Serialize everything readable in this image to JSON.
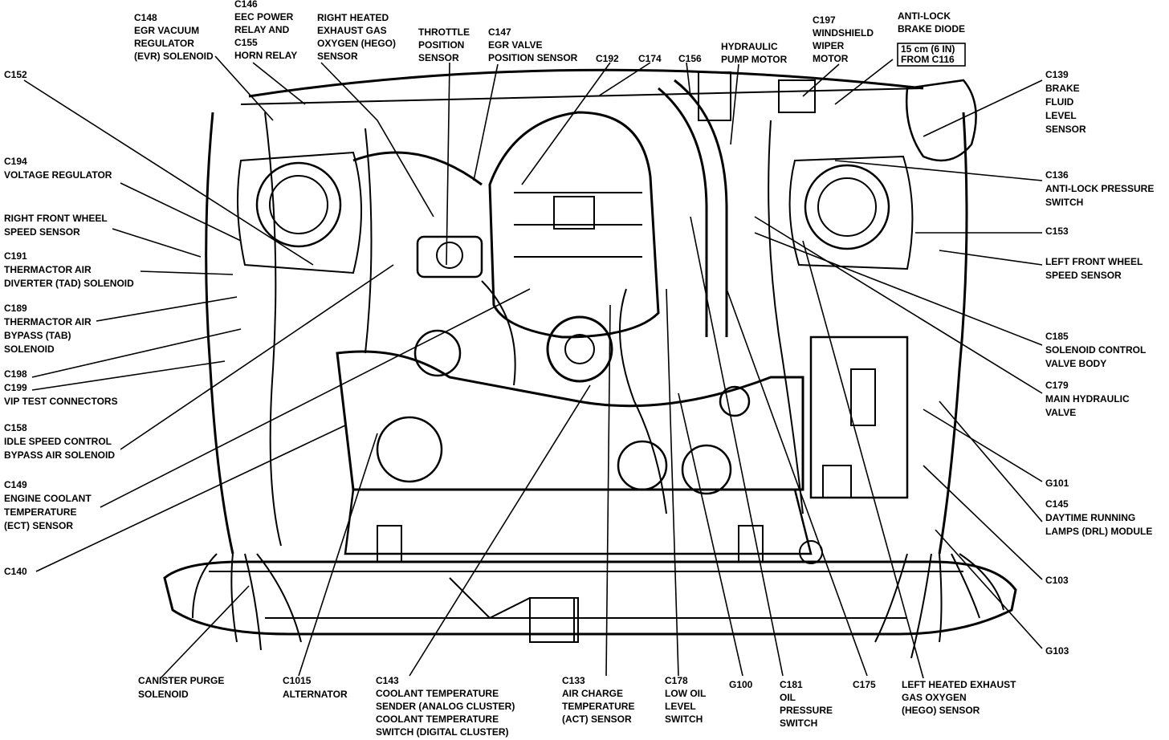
{
  "diagram": {
    "callouts": [
      {
        "id": "c148",
        "lines": [
          "C148",
          "EGR VACUUM",
          "REGULATOR",
          "(EVR) SOLENOID"
        ]
      },
      {
        "id": "c146",
        "lines": [
          "C146",
          "EEC POWER",
          "RELAY AND",
          "C155",
          "HORN RELAY"
        ]
      },
      {
        "id": "hego-right",
        "lines": [
          "RIGHT HEATED",
          "EXHAUST GAS",
          "OXYGEN (HEGO)",
          "SENSOR"
        ]
      },
      {
        "id": "tps",
        "lines": [
          "THROTTLE",
          "POSITION",
          "SENSOR"
        ]
      },
      {
        "id": "c147",
        "lines": [
          "C147",
          "EGR VALVE",
          "POSITION SENSOR"
        ]
      },
      {
        "id": "c192",
        "lines": [
          "C192"
        ]
      },
      {
        "id": "c174",
        "lines": [
          "C174"
        ]
      },
      {
        "id": "c156",
        "lines": [
          "C156"
        ]
      },
      {
        "id": "pump",
        "lines": [
          "HYDRAULIC",
          "PUMP MOTOR"
        ]
      },
      {
        "id": "c197",
        "lines": [
          "C197",
          "WINDSHIELD",
          "WIPER",
          "MOTOR"
        ]
      },
      {
        "id": "abs-diode",
        "lines": [
          "ANTI-LOCK",
          "BRAKE DIODE"
        ]
      },
      {
        "id": "abs-note",
        "lines": [
          "15 cm (6 IN)",
          "FROM C116"
        ]
      },
      {
        "id": "c152",
        "lines": [
          "C152"
        ]
      },
      {
        "id": "c194",
        "lines": [
          "C194",
          "VOLTAGE REGULATOR"
        ]
      },
      {
        "id": "rfwss",
        "lines": [
          "RIGHT FRONT WHEEL",
          "SPEED SENSOR"
        ]
      },
      {
        "id": "c191",
        "lines": [
          "C191",
          "THERMACTOR AIR",
          "DIVERTER (TAD) SOLENOID"
        ]
      },
      {
        "id": "c189",
        "lines": [
          "C189",
          "THERMACTOR AIR",
          "BYPASS (TAB)",
          "SOLENOID"
        ]
      },
      {
        "id": "c198",
        "lines": [
          "C198",
          "C199",
          "VIP TEST CONNECTORS"
        ]
      },
      {
        "id": "c158",
        "lines": [
          "C158",
          "IDLE SPEED CONTROL",
          "BYPASS AIR SOLENOID"
        ]
      },
      {
        "id": "c149",
        "lines": [
          "C149",
          "ENGINE COOLANT",
          "TEMPERATURE",
          "(ECT) SENSOR"
        ]
      },
      {
        "id": "c140",
        "lines": [
          "C140"
        ]
      },
      {
        "id": "c139",
        "lines": [
          "C139",
          "BRAKE",
          "FLUID",
          "LEVEL",
          "SENSOR"
        ]
      },
      {
        "id": "c136",
        "lines": [
          "C136",
          "ANTI-LOCK PRESSURE",
          "SWITCH"
        ]
      },
      {
        "id": "c153",
        "lines": [
          "C153"
        ]
      },
      {
        "id": "lfwss",
        "lines": [
          "LEFT FRONT WHEEL",
          "SPEED SENSOR"
        ]
      },
      {
        "id": "c185",
        "lines": [
          "C185",
          "SOLENOID CONTROL",
          "VALVE BODY"
        ]
      },
      {
        "id": "c179",
        "lines": [
          "C179",
          "MAIN HYDRAULIC",
          "VALVE"
        ]
      },
      {
        "id": "g101",
        "lines": [
          "G101"
        ]
      },
      {
        "id": "c145",
        "lines": [
          "C145",
          "DAYTIME RUNNING",
          "LAMPS (DRL) MODULE"
        ]
      },
      {
        "id": "c103",
        "lines": [
          "C103"
        ]
      },
      {
        "id": "g103",
        "lines": [
          "G103"
        ]
      },
      {
        "id": "canister",
        "lines": [
          "CANISTER PURGE",
          "SOLENOID"
        ]
      },
      {
        "id": "c1015",
        "lines": [
          "C1015",
          "ALTERNATOR"
        ]
      },
      {
        "id": "c143",
        "lines": [
          "C143",
          "COOLANT TEMPERATURE",
          "SENDER (ANALOG CLUSTER)",
          "COOLANT TEMPERATURE",
          "SWITCH (DIGITAL CLUSTER)"
        ]
      },
      {
        "id": "c133",
        "lines": [
          "C133",
          "AIR CHARGE",
          "TEMPERATURE",
          "(ACT) SENSOR"
        ]
      },
      {
        "id": "c178",
        "lines": [
          "C178",
          "LOW OIL",
          "LEVEL",
          "SWITCH"
        ]
      },
      {
        "id": "g100",
        "lines": [
          "G100"
        ]
      },
      {
        "id": "c181",
        "lines": [
          "C181",
          "OIL",
          "PRESSURE",
          "SWITCH"
        ]
      },
      {
        "id": "c175",
        "lines": [
          "C175"
        ]
      },
      {
        "id": "hego-left",
        "lines": [
          "LEFT HEATED EXHAUST",
          "GAS OXYGEN",
          "(HEGO) SENSOR"
        ]
      }
    ]
  }
}
